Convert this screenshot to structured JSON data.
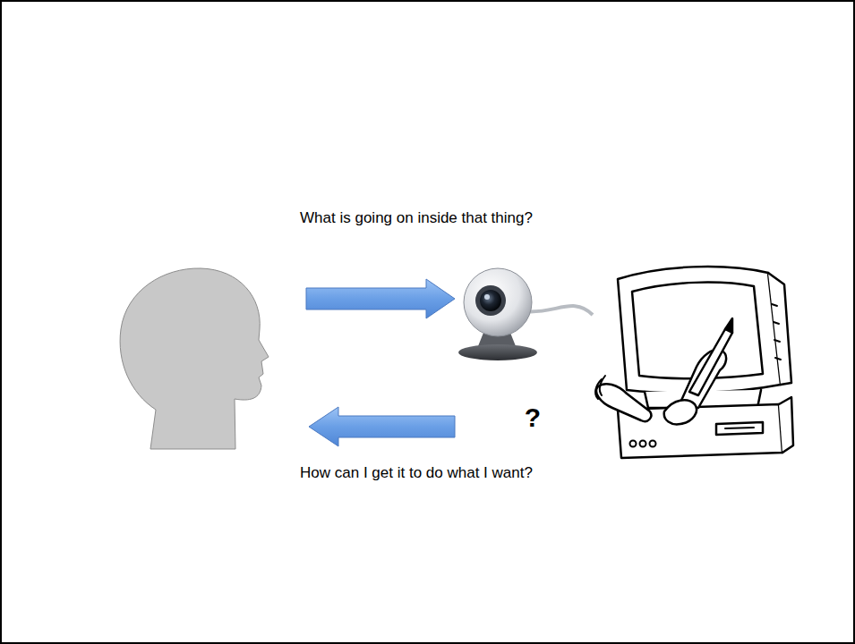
{
  "diagram": {
    "labels": [
      "What is going on inside that thing?",
      "?",
      "How can I get it to do what I want?"
    ]
  }
}
